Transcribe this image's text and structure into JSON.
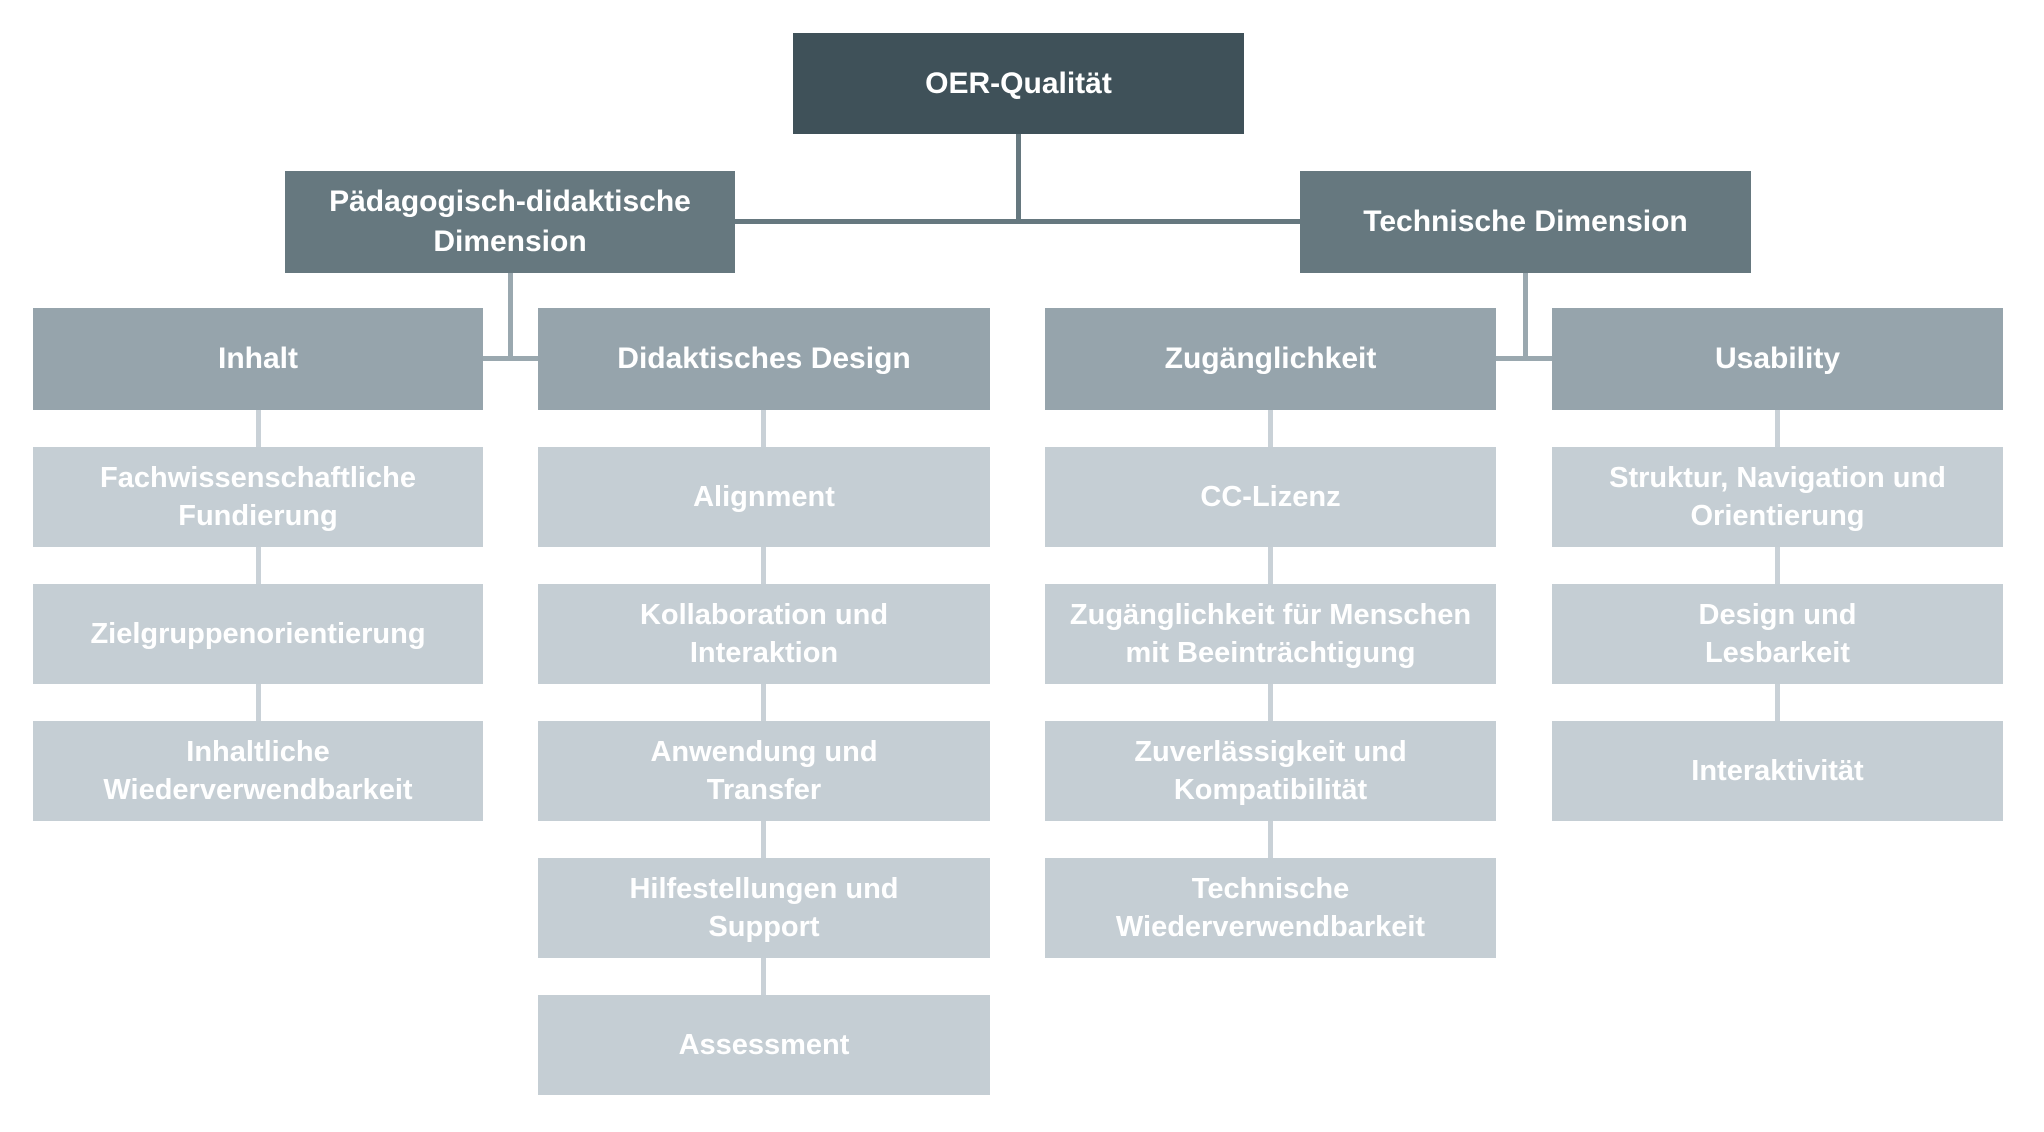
{
  "diagram": {
    "root": {
      "label": "OER-Qualität"
    },
    "branches": [
      {
        "label": "Pädagogisch-didaktische\nDimension"
      },
      {
        "label": "Technische Dimension"
      }
    ],
    "columns": [
      {
        "header": "Inhalt",
        "items": [
          "Fachwissenschaftliche\nFundierung",
          "Zielgruppenorientierung",
          "Inhaltliche\nWiederverwendbarkeit"
        ]
      },
      {
        "header": "Didaktisches Design",
        "items": [
          "Alignment",
          "Kollaboration und\nInteraktion",
          "Anwendung und\nTransfer",
          "Hilfestellungen und\nSupport",
          "Assessment"
        ]
      },
      {
        "header": "Zugänglichkeit",
        "items": [
          "CC-Lizenz",
          "Zugänglichkeit für Menschen\nmit Beeinträchtigung",
          "Zuverlässigkeit und\nKompatibilität",
          "Technische\nWiederverwendbarkeit"
        ]
      },
      {
        "header": "Usability",
        "items": [
          "Struktur, Navigation und\nOrientierung",
          "Design und\nLesbarkeit",
          "Interaktivität"
        ]
      }
    ],
    "colors": {
      "level1_bg": "#3f5159",
      "level2_bg": "#66787f",
      "level3_bg": "#96a4ac",
      "leaf_bg": "#c5ced4",
      "connector_dark": "#66787f",
      "connector_mid": "#9aa8af",
      "connector_light": "#c9d1d7",
      "text": "#ffffff",
      "background": "#ffffff"
    }
  }
}
